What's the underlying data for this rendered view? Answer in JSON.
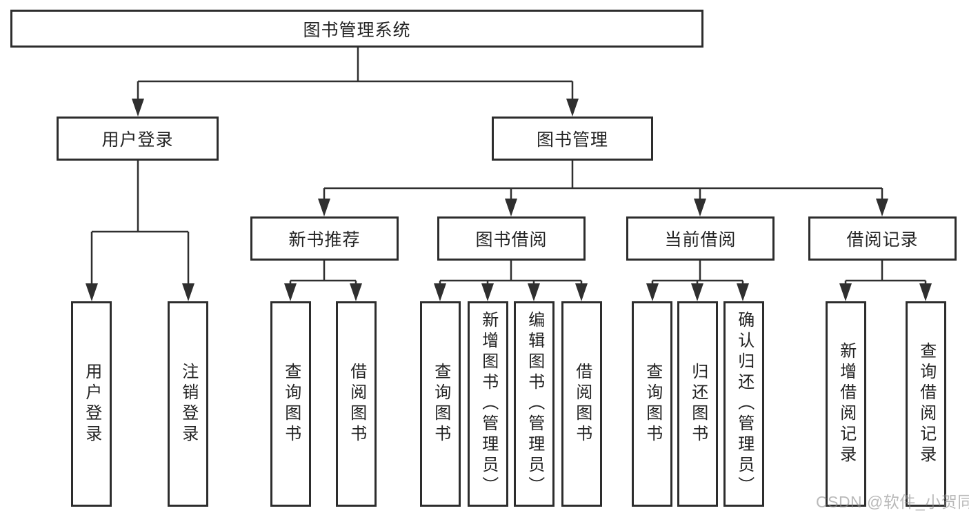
{
  "diagram_title": "图书管理系统",
  "tree": {
    "root": {
      "label": "图书管理系统",
      "children": [
        {
          "label": "用户登录",
          "children": [
            {
              "label": "用户登录"
            },
            {
              "label": "注销登录"
            }
          ]
        },
        {
          "label": "图书管理",
          "children": [
            {
              "label": "新书推荐",
              "children": [
                {
                  "label": "查询图书"
                },
                {
                  "label": "借阅图书"
                }
              ]
            },
            {
              "label": "图书借阅",
              "children": [
                {
                  "label": "查询图书"
                },
                {
                  "label": "新增图书（管理员）"
                },
                {
                  "label": "编辑图书（管理员）"
                },
                {
                  "label": "借阅图书"
                }
              ]
            },
            {
              "label": "当前借阅",
              "children": [
                {
                  "label": "查询图书"
                },
                {
                  "label": "归还图书"
                },
                {
                  "label": "确认归还（管理员）"
                }
              ]
            },
            {
              "label": "借阅记录",
              "children": [
                {
                  "label": "新增借阅记录"
                },
                {
                  "label": "查询借阅记录"
                }
              ]
            }
          ]
        }
      ]
    }
  },
  "watermark": {
    "text": "CSDN @软件_小贺同学"
  },
  "colors": {
    "line": "#2f2f2f",
    "box_border": "#2d2d2d",
    "text": "#232323",
    "watermark": "#8f8f8f",
    "background": "#ffffff"
  }
}
